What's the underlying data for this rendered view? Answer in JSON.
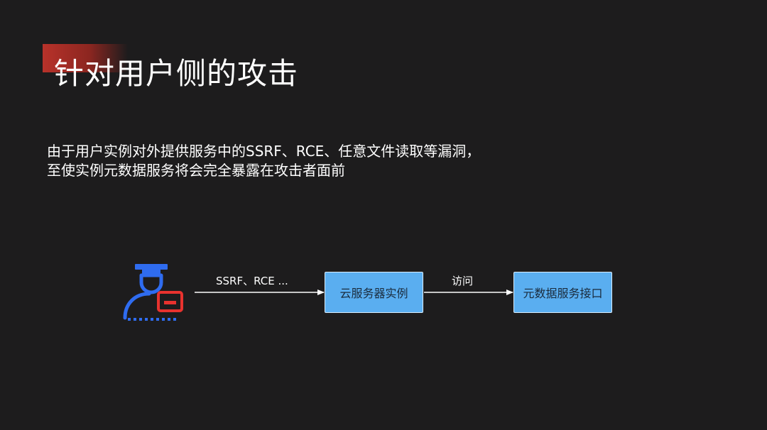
{
  "slide": {
    "title": "针对用户侧的攻击",
    "description_lines": [
      "由于用户实例对外提供服务中的SSRF、RCE、任意文件读取等漏洞，",
      "至使实例元数据服务将会完全暴露在攻击者面前"
    ]
  },
  "diagram": {
    "actor_icon": "attacker-icon",
    "nodes": [
      {
        "id": "cloud",
        "label": "云服务器实例"
      },
      {
        "id": "meta",
        "label": "元数据服务接口"
      }
    ],
    "edges": [
      {
        "from": "attacker",
        "to": "cloud",
        "label": "SSRF、RCE ..."
      },
      {
        "from": "cloud",
        "to": "meta",
        "label": "访问"
      }
    ]
  },
  "colors": {
    "background": "#1d1c1d",
    "accent": "#b8322a",
    "node_fill": "#5aaef0",
    "icon_blue": "#2f6cf0",
    "icon_red": "#e8322e"
  }
}
